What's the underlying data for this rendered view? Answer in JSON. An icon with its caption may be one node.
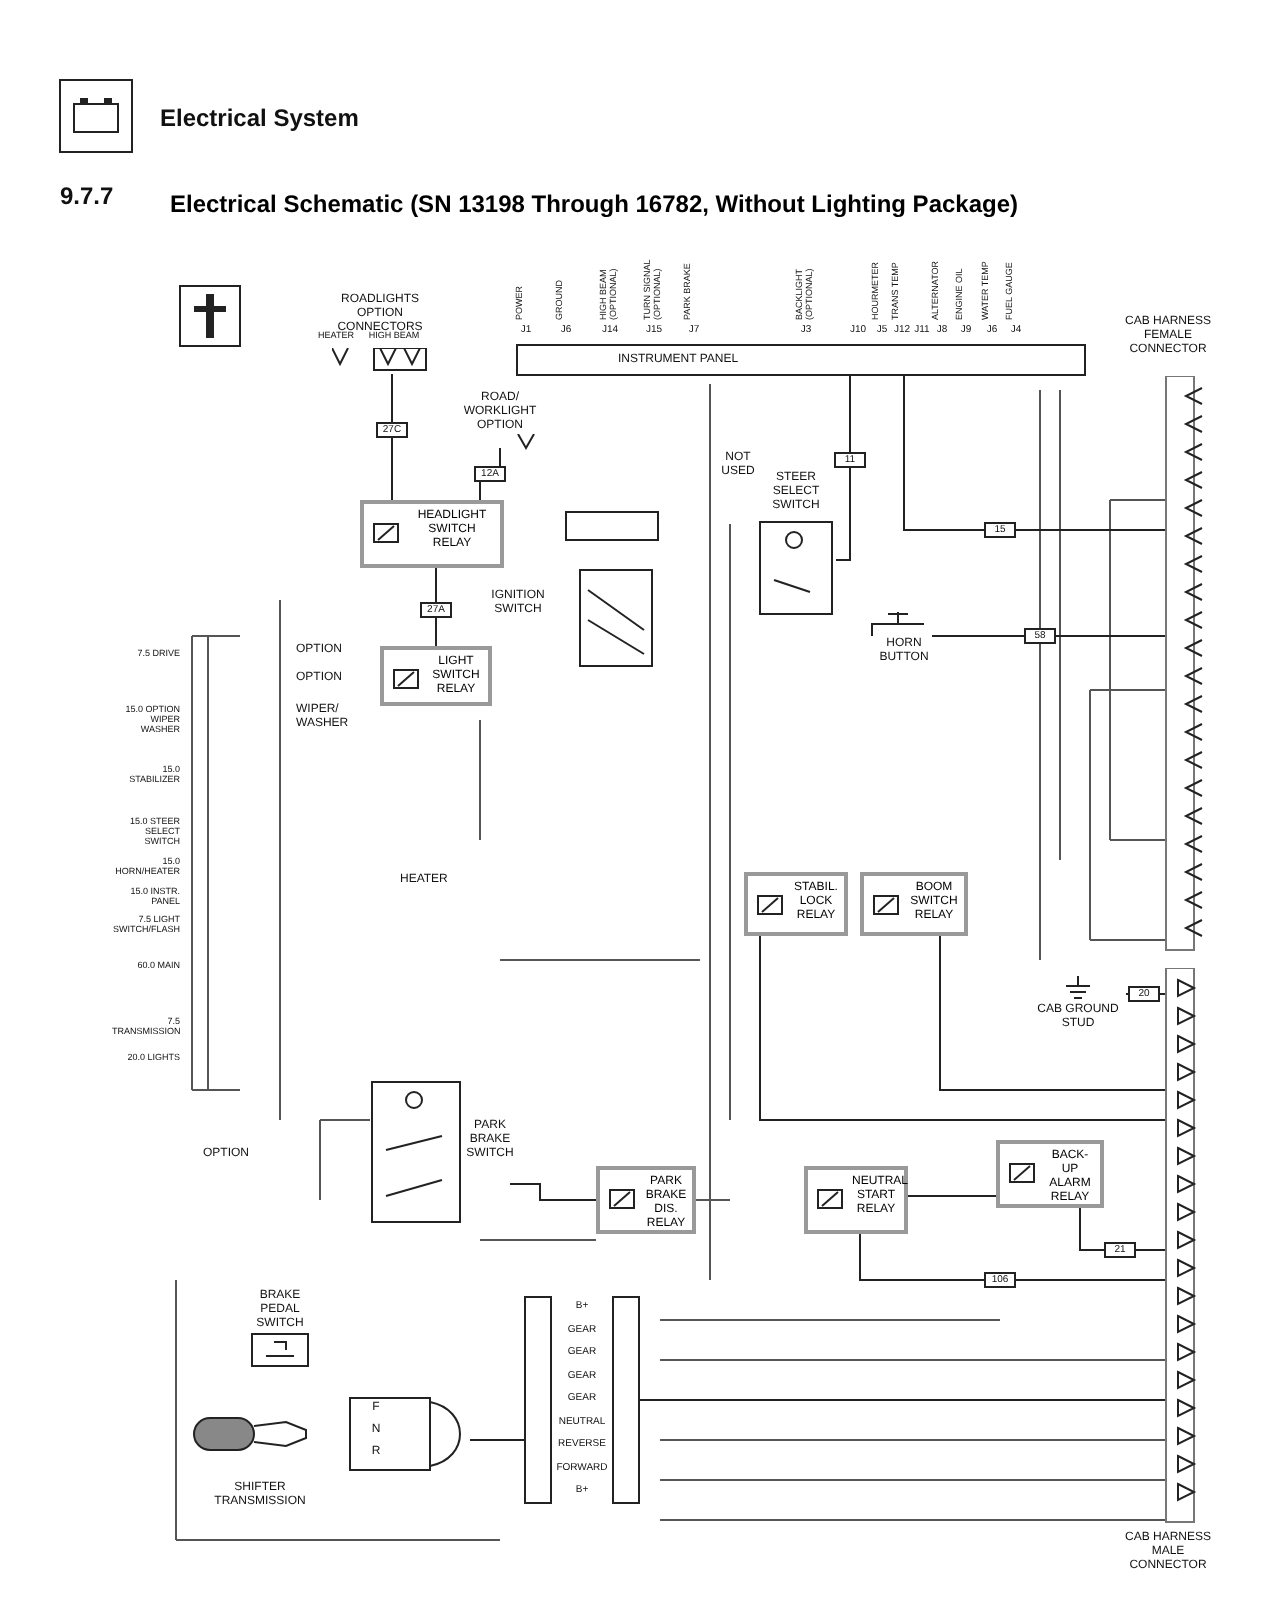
{
  "diagram": {
    "title": "Electrical Schematic (SN 13198 Through 16782, Without Lighting Package)",
    "nodes": [
      {
        "text": [
          "ROADLIGHTS OPTION CONNECTORS"
        ],
        "beside": [
          "HEATER",
          "HIGH BEAM"
        ]
      },
      {
        "text": [
          "ROAD/ WORKLIGHT OPTION"
        ]
      },
      {
        "text": [
          "HEADLIGHT SWITCH RELAY"
        ]
      },
      {
        "text": [
          "LIGHT SWITCH RELAY"
        ]
      },
      {
        "text": [
          "INSTRUMENT PANEL"
        ]
      },
      {
        "text": [
          "IGNITION SWITCH"
        ]
      },
      {
        "text": [
          "STEER SELECT SWITCH"
        ]
      },
      {
        "text": [
          "HORN BUTTON"
        ]
      },
      {
        "text": [
          "STABIL. LOCK RELAY"
        ]
      },
      {
        "text": [
          "BOOM SWITCH RELAY"
        ]
      },
      {
        "text": [
          "CAB HARNESS FEMALE CONNECTOR"
        ]
      },
      {
        "text": [
          "CAB GROUND STUD"
        ]
      },
      {
        "text": [
          "PARK BRAKE SWITCH"
        ]
      },
      {
        "text": [
          "PARK BRAKE DIS. RELAY"
        ]
      },
      {
        "text": [
          "NEUTRAL START RELAY"
        ]
      },
      {
        "text": [
          "BACK-UP ALARM RELAY"
        ]
      },
      {
        "text": [
          "CAB HARNESS MALE CONNECTOR"
        ]
      },
      {
        "text": [
          "BRAKE PEDAL SWITCH"
        ]
      },
      {
        "text": [
          "SHIFTER TRANSMISSION"
        ]
      },
      {
        "text": [],
        "shape": "box"
      },
      {
        "text": [],
        "shape": "box"
      }
    ],
    "edges": [
      {
        "from": 2,
        "to": 0,
        "arrow": "none",
        "label": "27C"
      },
      {
        "from": 1,
        "to": 2,
        "arrow": "none",
        "label": "12A"
      },
      {
        "from": 3,
        "to": 2,
        "arrow": "none",
        "label": "27A"
      },
      {
        "from": 6,
        "to": 4,
        "arrow": "none",
        "label": "11"
      },
      {
        "from": 4,
        "to": 10,
        "arrow": "none",
        "label": "15"
      },
      {
        "from": 7,
        "to": 10,
        "arrow": "none",
        "label": "58"
      },
      {
        "from": 11,
        "to": 16,
        "arrow": "none",
        "label": "20"
      },
      {
        "from": 15,
        "to": 16,
        "arrow": "none",
        "label": "21"
      },
      {
        "from": 14,
        "to": 16,
        "arrow": "none",
        "label": "106"
      },
      {
        "from": 12,
        "to": 13,
        "arrow": "none"
      },
      {
        "from": 18,
        "to": 19,
        "arrow": "none"
      },
      {
        "from": 20,
        "to": 16,
        "arrow": "none"
      },
      {
        "from": 8,
        "to": 16,
        "arrow": "none"
      },
      {
        "from": 9,
        "to": 16,
        "arrow": "none"
      },
      {
        "from": 14,
        "to": 15,
        "arrow": "none"
      }
    ],
    "labels": [
      "Electrical System",
      "9.7.7",
      "NOT USED",
      "POWER",
      "J1",
      "GROUND",
      "J6",
      "HIGH BEAM (OPTIONAL)",
      "J14",
      "TURN SIGNAL (OPTIONAL)",
      "J15",
      "PARK BRAKE",
      "J7",
      "BACKLIGHT (OPTIONAL)",
      "J3",
      "J10",
      "HOURMETER",
      "J5",
      "TRANS TEMP",
      "J12",
      "J11",
      "ALTERNATOR",
      "J8",
      "ENGINE OIL",
      "J9",
      "WATER TEMP",
      "J6",
      "FUEL GAUGE",
      "J4",
      "7.5 DRIVE",
      "15.0 OPTION WIPER WASHER",
      "15.0 STABILIZER",
      "15.0 STEER SELECT SWITCH",
      "15.0 HORN/HEATER",
      "15.0 INSTR. PANEL",
      "7.5 LIGHT SWITCH/FLASH",
      "60.0 MAIN",
      "7.5 TRANSMISSION",
      "20.0 LIGHTS",
      "OPTION",
      "OPTION",
      "WIPER/ WASHER",
      "HEATER",
      "OPTION",
      "F",
      "N",
      "R",
      "B+",
      "GEAR",
      "GEAR",
      "GEAR",
      "GEAR",
      "NEUTRAL",
      "REVERSE",
      "FORWARD",
      "B+"
    ]
  }
}
